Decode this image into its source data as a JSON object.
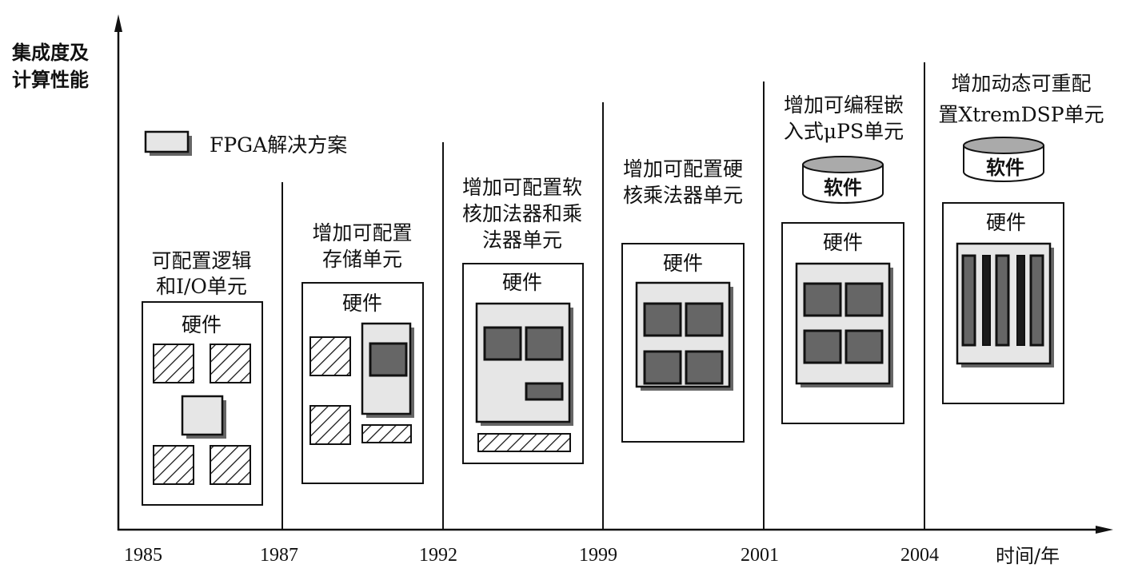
{
  "y_axis_label": [
    "集成度及",
    "计算性能"
  ],
  "x_axis_label": "时间/年",
  "legend": {
    "label": "FPGA解决方案"
  },
  "years": [
    "1985",
    "1987",
    "1992",
    "1999",
    "2001",
    "2004"
  ],
  "eras": [
    {
      "title": [
        "可配置逻辑",
        "和I/O单元"
      ],
      "hardware": "硬件"
    },
    {
      "title": [
        "增加可配置",
        "存储单元"
      ],
      "hardware": "硬件"
    },
    {
      "title": [
        "增加可配置软",
        "核加法器和乘",
        "法器单元"
      ],
      "hardware": "硬件"
    },
    {
      "title": [
        "增加可配置硬",
        "核乘法器单元"
      ],
      "hardware": "硬件"
    },
    {
      "title": [
        "增加可编程嵌",
        "入式μPS单元"
      ],
      "hardware": "硬件",
      "software": "软件"
    },
    {
      "title": [
        "增加动态可重配",
        "置XtremDSP单元"
      ],
      "hardware": "硬件",
      "software": "软件"
    }
  ]
}
